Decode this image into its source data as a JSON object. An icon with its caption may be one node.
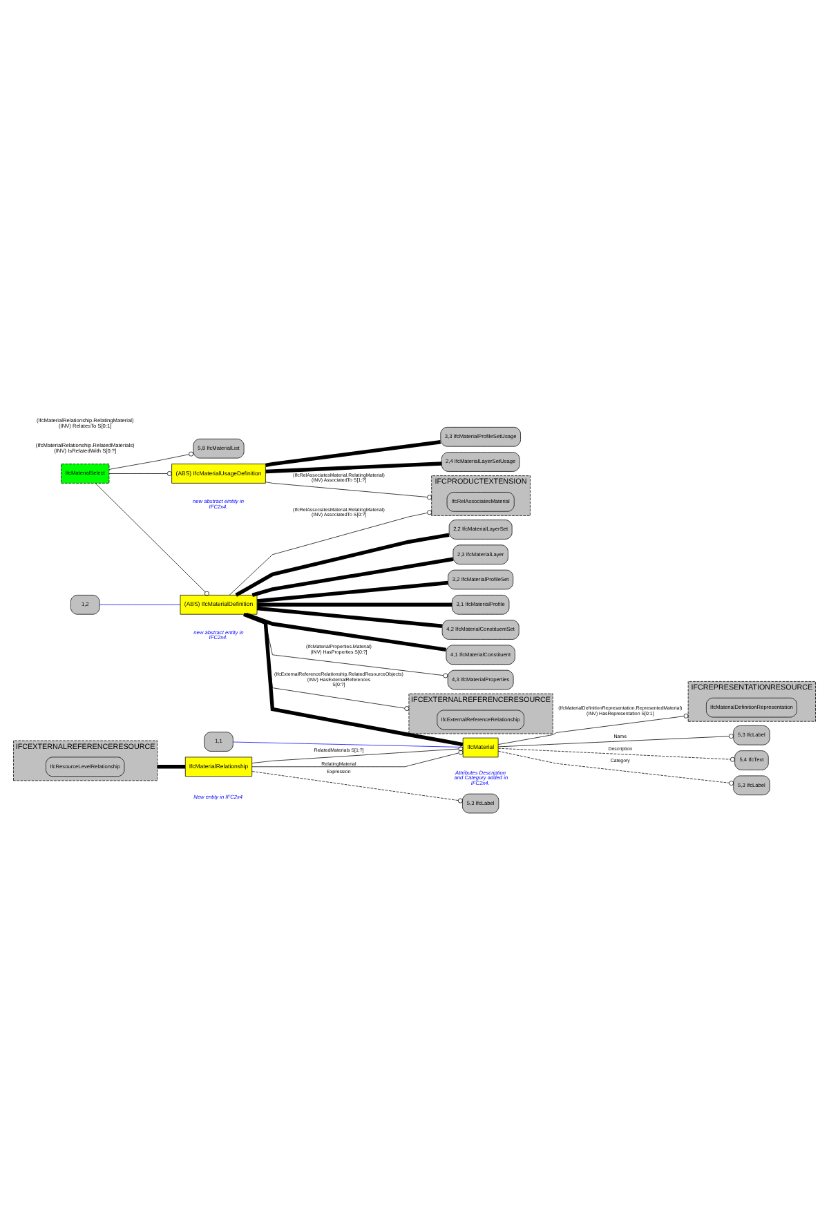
{
  "diagram": {
    "nodes": [
      {
        "text": [
          "IFCPRODUCTEXTENSION"
        ]
      },
      {
        "text": [
          "IfcRelAssociatesMaterial"
        ],
        "in": 0
      },
      {
        "text": [
          "IfcMaterialSelect"
        ]
      },
      {
        "text": [
          "(ABS) IfcMaterialUsageDefinition"
        ],
        "beside": [
          "new abstract eintity in IFC2x4."
        ]
      },
      {
        "text": [
          "5,8 IfcMaterialList"
        ]
      },
      {
        "text": [
          "4,3 IfcMaterialProperties"
        ]
      },
      {
        "text": [
          "1,2"
        ]
      },
      {
        "text": [
          "3,3 IfcMaterialProfileSetUsage"
        ]
      },
      {
        "text": [
          "2,4 IfcMaterialLayerSetUsage"
        ]
      },
      {
        "text": [
          "(ABS) IfcMaterialDefinition"
        ],
        "beside": [
          "new abstract entity in IFC2x4."
        ]
      },
      {
        "text": [
          "IFCEXTERNALREFERENCERESOURCE"
        ]
      },
      {
        "text": [
          "IfcExternalReferenceRelationship"
        ],
        "in": 10
      },
      {
        "text": [
          "2,2 IfcMaterialLayerSet"
        ]
      },
      {
        "text": [
          "2,3 IfcMaterialLayer"
        ]
      },
      {
        "text": [
          "3,2 IfcMaterialProfileSet"
        ]
      },
      {
        "text": [
          "3,1 IfcMaterialProfile"
        ]
      },
      {
        "text": [
          "4,2 IfcMaterialConstituentSet"
        ]
      },
      {
        "text": [
          "4,1 IfcMaterialConstituent"
        ]
      },
      {
        "text": [
          "1,1"
        ]
      },
      {
        "text": [
          "IFCREPRESENTATIONRESOURCE"
        ]
      },
      {
        "text": [
          "IfcMaterialDefinitionRepresentation"
        ],
        "in": 19
      },
      {
        "text": [
          "IfcMaterial"
        ],
        "beside": [
          "Attributes Description and Category added in IFC2x4."
        ]
      },
      {
        "text": [
          "5,3 IfcLabel"
        ]
      },
      {
        "text": [
          "5,4 IfcText"
        ]
      },
      {
        "text": [
          "5,3 IfcLabel"
        ]
      },
      {
        "text": [
          "IFCEXTERNALREFERENCERESOURCE"
        ]
      },
      {
        "text": [
          "IfcResourceLevelRelationship"
        ],
        "in": 25
      },
      {
        "text": [
          "IfcMaterialRelationship"
        ],
        "beside": [
          "New entity in IFC2x4"
        ]
      },
      {
        "text": [
          "5,3 IfcLabel"
        ]
      }
    ],
    "edges": [
      {
        "from": 2,
        "to": 3,
        "arrow": "other"
      },
      {
        "from": 2,
        "to": 4,
        "arrow": "other"
      },
      {
        "from": 2,
        "to": 9,
        "arrow": "other"
      },
      {
        "from": 3,
        "to": 0,
        "arrow": "other",
        "label": "(IfcRelAssociatesMaterial.RelatingMaterial) (INV) AssociatedTo S[1:?]"
      },
      {
        "from": 9,
        "to": 0,
        "arrow": "other",
        "label": "(IfcRelAssociatesMaterial.RelatingMaterial) (INV) AssociatedTo S[0:?]"
      },
      {
        "from": 9,
        "to": 5,
        "arrow": "other",
        "label": "(IfcMaterialProperties.Material) (INV) HasProperties S[0:?]"
      },
      {
        "from": 9,
        "to": 10,
        "arrow": "other",
        "label": "(IfcExternalReferenceRelationship.RelatedResourceObjects) (INV) HasExternalReferences S[0:?]"
      },
      {
        "from": 6,
        "to": 9,
        "arrow": "none",
        "color": "#0000ff"
      },
      {
        "from": 3,
        "to": 7,
        "arrow": "none",
        "style": "thick"
      },
      {
        "from": 3,
        "to": 8,
        "arrow": "none",
        "style": "thick"
      },
      {
        "from": 9,
        "to": 12,
        "arrow": "none",
        "style": "thick"
      },
      {
        "from": 9,
        "to": 13,
        "arrow": "none",
        "style": "thick"
      },
      {
        "from": 9,
        "to": 14,
        "arrow": "none",
        "style": "thick"
      },
      {
        "from": 9,
        "to": 15,
        "arrow": "none",
        "style": "thick"
      },
      {
        "from": 9,
        "to": 16,
        "arrow": "none",
        "style": "thick"
      },
      {
        "from": 9,
        "to": 17,
        "arrow": "none",
        "style": "thick"
      },
      {
        "from": 9,
        "to": 21,
        "arrow": "none",
        "style": "thick"
      },
      {
        "from": 18,
        "to": 21,
        "arrow": "none",
        "color": "#0000ff"
      },
      {
        "from": 21,
        "to": 22,
        "arrow": "other",
        "label": "Name"
      },
      {
        "from": 21,
        "to": 23,
        "arrow": "other",
        "label": "Description",
        "style": "dashed"
      },
      {
        "from": 21,
        "to": 24,
        "arrow": "other",
        "label": "Category",
        "style": "dashed"
      },
      {
        "from": 21,
        "to": 19,
        "arrow": "other",
        "label": "(IfcMaterialDefinitionRepresentation.RepresentedMaterial) (INV) HasRepresentation S[0:1]"
      },
      {
        "from": 27,
        "to": 21,
        "arrow": "other",
        "label": "RelatedMaterials S[1:?]"
      },
      {
        "from": 27,
        "to": 21,
        "arrow": "other",
        "label": "RelatingMaterial"
      },
      {
        "from": 25,
        "to": 27,
        "arrow": "none",
        "style": "thick"
      },
      {
        "from": 27,
        "to": 28,
        "arrow": "other",
        "label": "Expression",
        "style": "dashed"
      }
    ],
    "labels": [
      "(IfcMaterialRelationship.RelatedMaterials) (INV) IsRelatedWith S[0:?]",
      "(IfcMaterialRelationship.RelatingMaterial) (INV) RelatesTo S[0:1]"
    ]
  }
}
